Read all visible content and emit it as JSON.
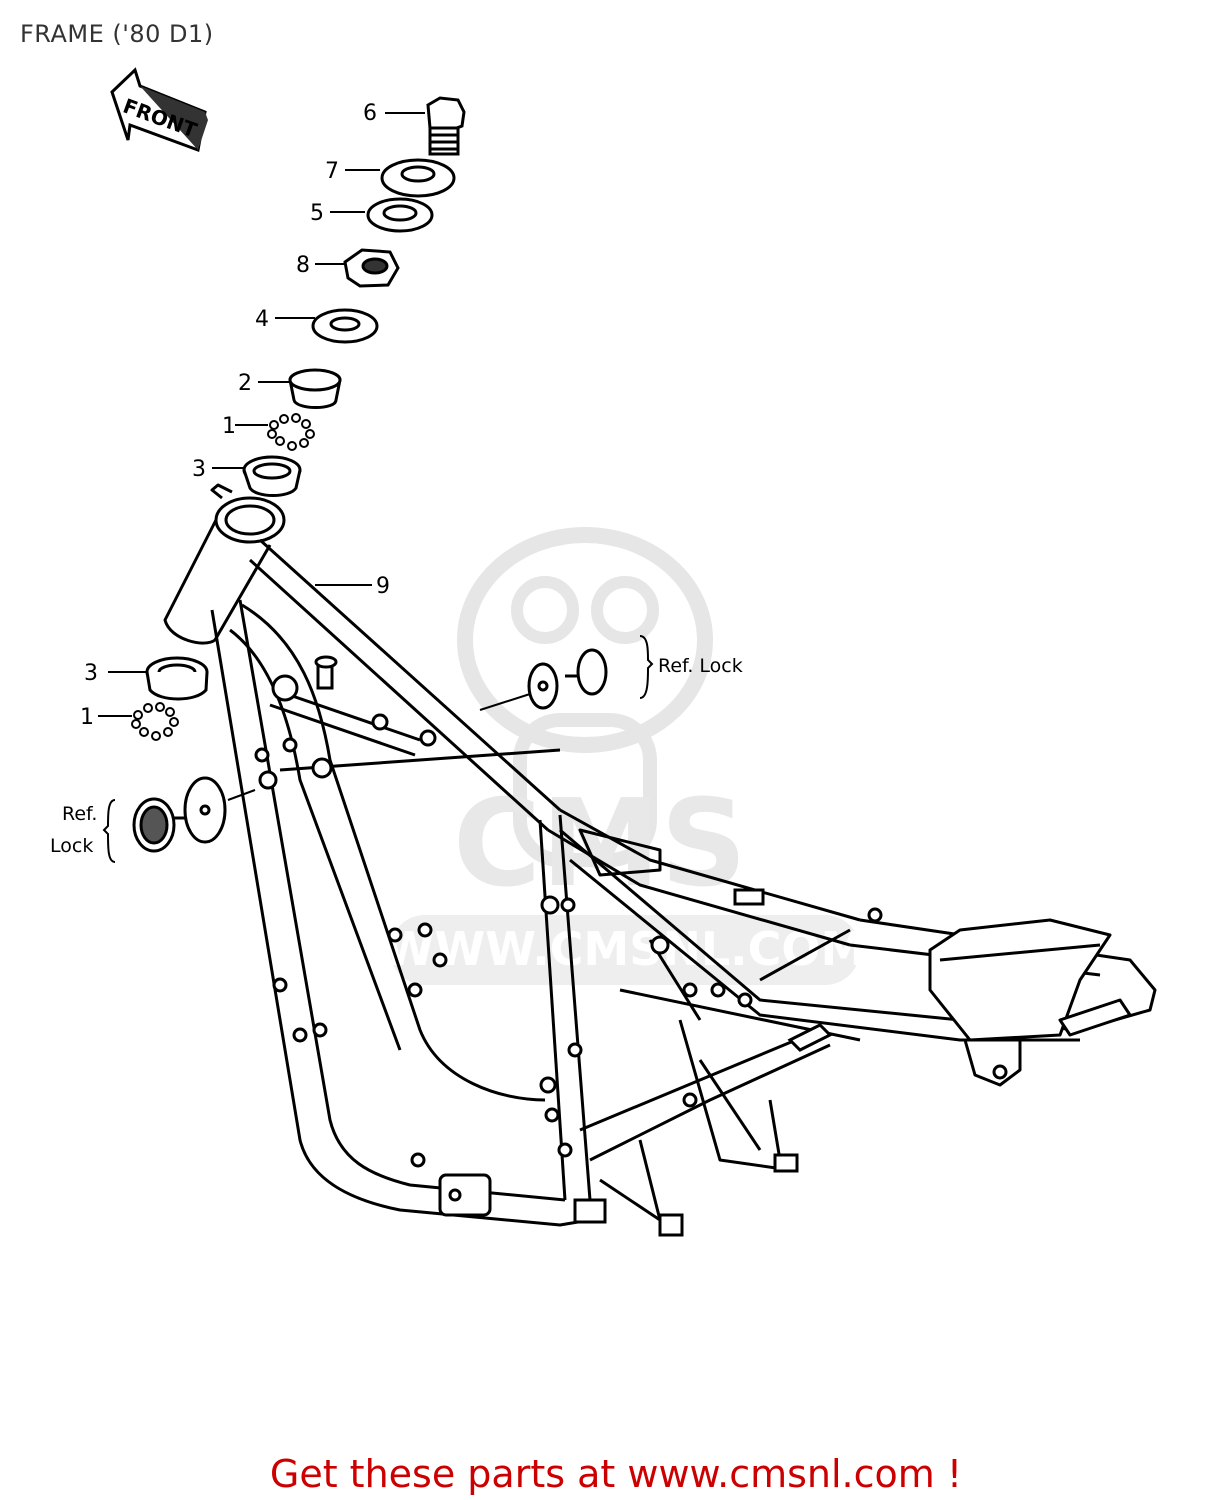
{
  "title": "FRAME ('80 D1)",
  "front_arrow_label": "FRONT",
  "callouts": {
    "c6": "6",
    "c7": "7",
    "c5": "5",
    "c8": "8",
    "c4": "4",
    "c2": "2",
    "c1a": "1",
    "c3a": "3",
    "c9": "9",
    "c3b": "3",
    "c1b": "1"
  },
  "ref_lock_right": "Ref. Lock",
  "ref_lock_left": {
    "line1": "Ref.",
    "line2": "Lock"
  },
  "watermark": {
    "logo": "CMS",
    "url": "WWW.CMSNL.COM"
  },
  "footer": "Get these parts at www.cmsnl.com !",
  "colors": {
    "footer": "#cc0000",
    "line": "#000000",
    "watermark": "#e6e6e6"
  }
}
